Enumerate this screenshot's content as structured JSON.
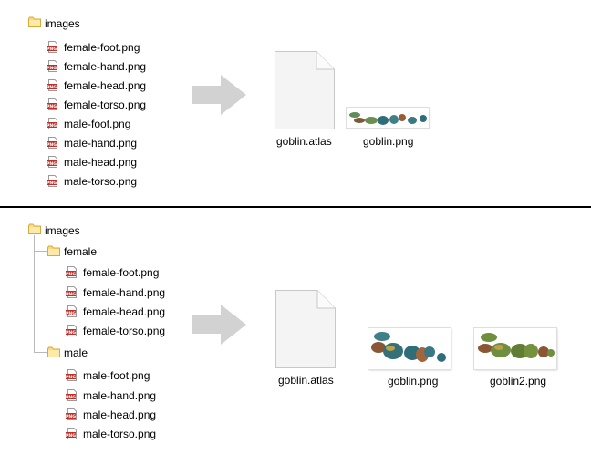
{
  "top": {
    "folder": {
      "name": "images",
      "icon": "folder-icon"
    },
    "files": [
      {
        "name": "female-foot.png",
        "icon": "png-file-icon"
      },
      {
        "name": "female-hand.png",
        "icon": "png-file-icon"
      },
      {
        "name": "female-head.png",
        "icon": "png-file-icon"
      },
      {
        "name": "female-torso.png",
        "icon": "png-file-icon"
      },
      {
        "name": "male-foot.png",
        "icon": "png-file-icon"
      },
      {
        "name": "male-hand.png",
        "icon": "png-file-icon"
      },
      {
        "name": "male-head.png",
        "icon": "png-file-icon"
      },
      {
        "name": "male-torso.png",
        "icon": "png-file-icon"
      }
    ],
    "arrow_icon": "right-arrow-icon",
    "outputs": [
      {
        "name": "goblin.atlas",
        "icon": "blank-document-icon"
      },
      {
        "name": "goblin.png",
        "icon": "sprite-sheet-thumbnail"
      }
    ]
  },
  "bottom": {
    "folder": {
      "name": "images",
      "icon": "folder-icon"
    },
    "subfolders": [
      {
        "name": "female",
        "icon": "folder-icon",
        "files": [
          {
            "name": "female-foot.png",
            "icon": "png-file-icon"
          },
          {
            "name": "female-hand.png",
            "icon": "png-file-icon"
          },
          {
            "name": "female-head.png",
            "icon": "png-file-icon"
          },
          {
            "name": "female-torso.png",
            "icon": "png-file-icon"
          }
        ]
      },
      {
        "name": "male",
        "icon": "folder-icon",
        "files": [
          {
            "name": "male-foot.png",
            "icon": "png-file-icon"
          },
          {
            "name": "male-hand.png",
            "icon": "png-file-icon"
          },
          {
            "name": "male-head.png",
            "icon": "png-file-icon"
          },
          {
            "name": "male-torso.png",
            "icon": "png-file-icon"
          }
        ]
      }
    ],
    "arrow_icon": "right-arrow-icon",
    "outputs": [
      {
        "name": "goblin.atlas",
        "icon": "blank-document-icon"
      },
      {
        "name": "goblin.png",
        "icon": "sprite-sheet-thumbnail"
      },
      {
        "name": "goblin2.png",
        "icon": "sprite-sheet-thumbnail"
      }
    ]
  },
  "colors": {
    "folder_fill": "#fcd97e",
    "folder_edge": "#d9a93c",
    "png_badge": "#c0302a",
    "arrow": "#d2d2d2",
    "document_fill": "#f4f4f4",
    "document_edge": "#c8c8c8",
    "divider": "#000000"
  }
}
